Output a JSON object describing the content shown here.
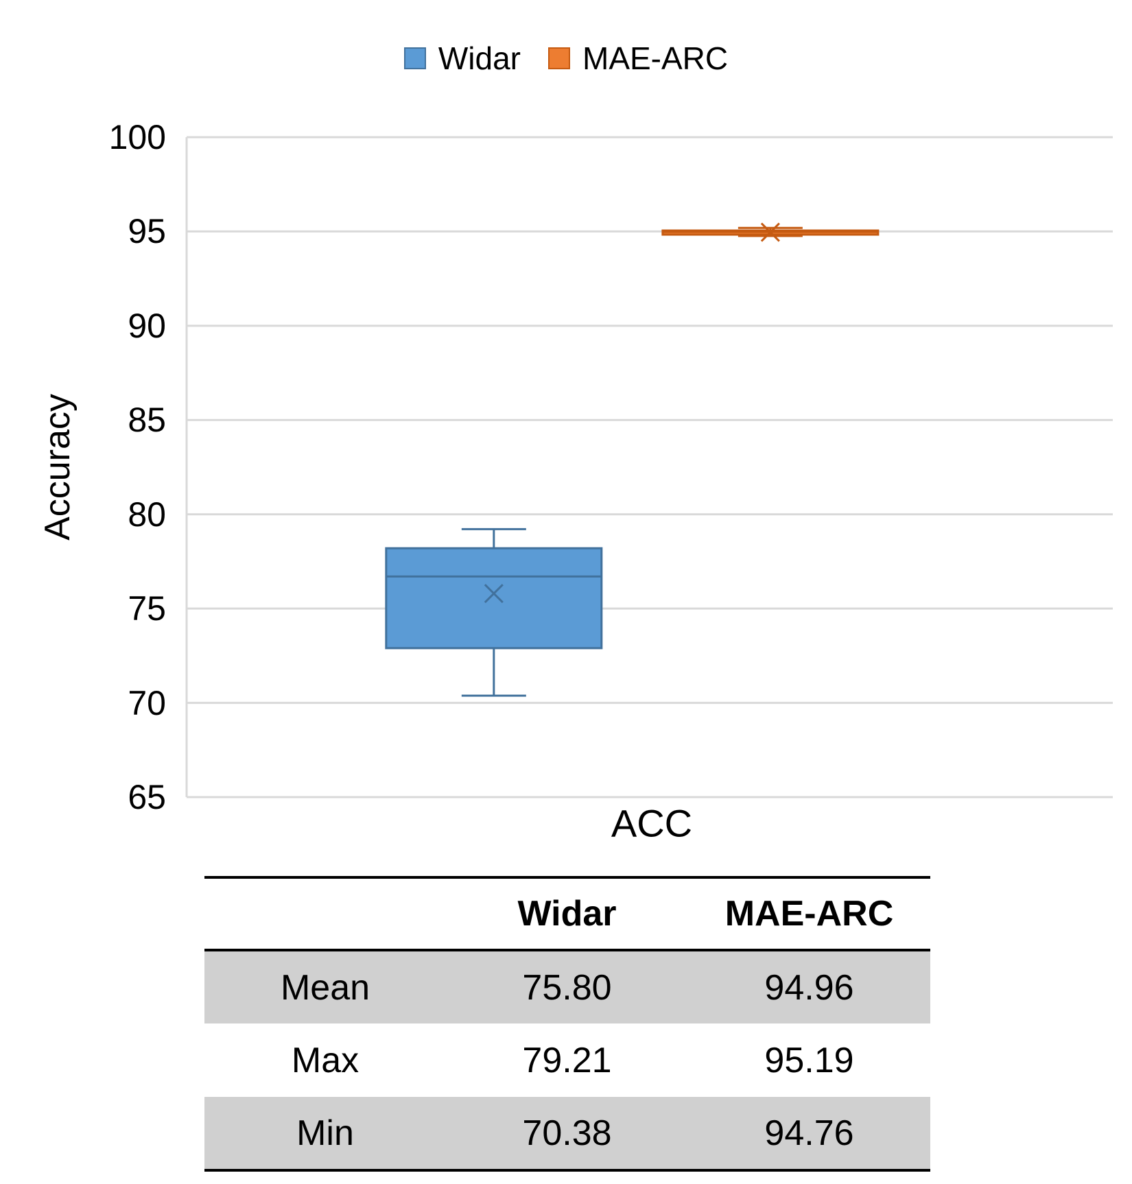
{
  "chart_data": {
    "type": "box",
    "title": "",
    "xlabel": "ACC",
    "ylabel": "Accuracy",
    "ylim": [
      65,
      100
    ],
    "yticks": [
      "65",
      "70",
      "75",
      "80",
      "85",
      "90",
      "95",
      "100"
    ],
    "grid": true,
    "legend_position": "top",
    "series": [
      {
        "name": "Widar",
        "color": "#5b9bd5",
        "stroke": "#41719c",
        "min": 70.38,
        "q1": 72.9,
        "median": 76.7,
        "q3": 78.2,
        "max": 79.21,
        "mean": 75.8
      },
      {
        "name": "MAE-ARC",
        "color": "#ed7d31",
        "stroke": "#c55a11",
        "min": 94.76,
        "q1": 94.85,
        "median": 94.98,
        "q3": 95.05,
        "max": 95.19,
        "mean": 94.96
      }
    ]
  },
  "table": {
    "headers": [
      "",
      "Widar",
      "MAE-ARC"
    ],
    "rows": [
      [
        "Mean",
        "75.80",
        "94.96"
      ],
      [
        "Max",
        "79.21",
        "95.19"
      ],
      [
        "Min",
        "70.38",
        "94.76"
      ]
    ]
  }
}
